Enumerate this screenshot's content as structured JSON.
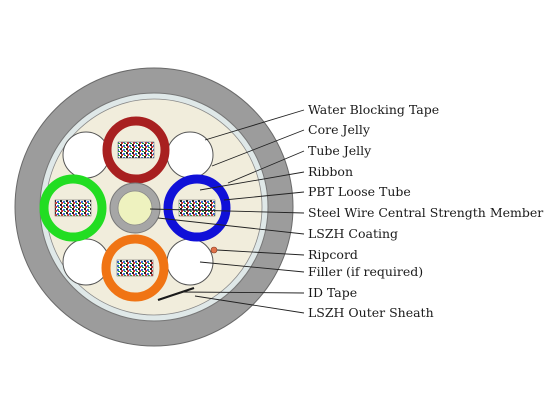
{
  "labels": [
    {
      "key": "water_blocking_tape",
      "text": "Water Blocking Tape"
    },
    {
      "key": "core_jelly",
      "text": "Core Jelly"
    },
    {
      "key": "tube_jelly",
      "text": "Tube Jelly"
    },
    {
      "key": "ribbon",
      "text": "Ribbon"
    },
    {
      "key": "pbt_loose_tube",
      "text": "PBT Loose Tube"
    },
    {
      "key": "steel_wire",
      "text": "Steel Wire Central Strength Member"
    },
    {
      "key": "lszh_coating",
      "text": "LSZH Coating"
    },
    {
      "key": "ripcord",
      "text": "Ripcord"
    },
    {
      "key": "filler",
      "text": "Filler (if required)"
    },
    {
      "key": "id_tape",
      "text": "ID Tape"
    },
    {
      "key": "lszh_outer_sheath",
      "text": "LSZH Outer Sheath"
    }
  ],
  "colors": {
    "outer_sheath": "#9c9c9c",
    "water_blocking_tape": "#dfe8e8",
    "core_jelly": "#f1eddc",
    "tube_red": "#a82020",
    "tube_green": "#22dd22",
    "tube_blue": "#1010d8",
    "tube_orange": "#f07414",
    "lszh_coating": "#a6a6a6",
    "steel_wire": "#eef2bf",
    "ripcord": "#e0734a",
    "filler": "#ffffff"
  }
}
